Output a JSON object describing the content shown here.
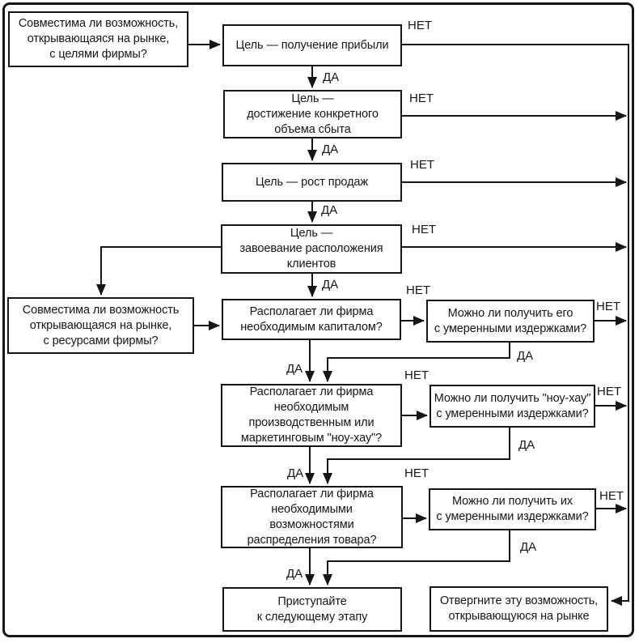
{
  "diagram": {
    "type": "flowchart",
    "language": "ru",
    "labels": {
      "yes": "ДА",
      "no": "НЕТ"
    },
    "colors": {
      "line": "#161616",
      "box_bg": "#ffffff",
      "text": "#161616"
    },
    "nodes": {
      "q_goals": {
        "text": "Совместима ли возможность,\nоткрывающаяся на рынке,\nс целями фирмы?"
      },
      "goal_profit": {
        "text": "Цель — получение прибыли"
      },
      "goal_volume": {
        "text": "Цель —\nдостижение конкретного\nобъема сбыта"
      },
      "goal_sales": {
        "text": "Цель — рост продаж"
      },
      "goal_clients": {
        "text": "Цель —\nзавоевание расположения\nклиентов"
      },
      "q_resources": {
        "text": "Совместима ли возможность\nоткрывающаяся на рынке,\nс ресурсами фирмы?"
      },
      "q_capital": {
        "text": "Располагает ли фирма\nнеобходимым капиталом?"
      },
      "q_cost_capital": {
        "text": "Можно ли получить его\nс умеренными издержками?"
      },
      "q_knowhow": {
        "text": "Располагает ли фирма\nнеобходимым\nпроизводственным или\nмаркетинговым \"ноу-хау\"?"
      },
      "q_cost_knowhow": {
        "text": "Можно ли получить \"ноу-хау\"\nс умеренными издержками?"
      },
      "q_distribution": {
        "text": "Располагает ли фирма\nнеобходимыми\nвозможностями\nраспределения товара?"
      },
      "q_cost_distrib": {
        "text": "Можно ли получить их\nс умеренными издержками?"
      },
      "proceed": {
        "text": "Приступайте\nк следующему этапу"
      },
      "reject": {
        "text": "Отвергните эту возможность,\nоткрывающуюся на рынке"
      }
    }
  }
}
